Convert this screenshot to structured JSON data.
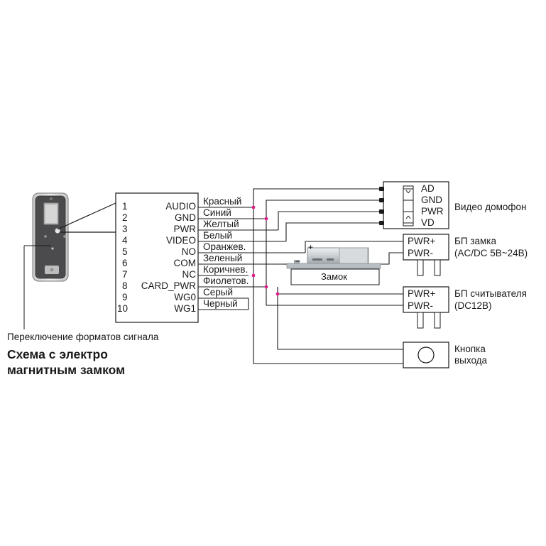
{
  "panel": {
    "switch_caption": "Переключение форматов сигнала"
  },
  "title": {
    "line1": "Схема с электро",
    "line2": "магнитным замком"
  },
  "connector": {
    "pins": [
      {
        "num": "1",
        "name": "AUDIO",
        "wire": "Красный"
      },
      {
        "num": "2",
        "name": "GND",
        "wire": "Синий"
      },
      {
        "num": "3",
        "name": "PWR",
        "wire": "Желтый"
      },
      {
        "num": "4",
        "name": "VIDEO",
        "wire": "Белый"
      },
      {
        "num": "5",
        "name": "NO",
        "wire": "Оранжев."
      },
      {
        "num": "6",
        "name": "COM",
        "wire": "Зеленый"
      },
      {
        "num": "7",
        "name": "NC",
        "wire": "Коричнев."
      },
      {
        "num": "8",
        "name": "CARD_PWR",
        "wire": "Фиолетов."
      },
      {
        "num": "9",
        "name": "WG0",
        "wire": "Серый"
      },
      {
        "num": "10",
        "name": "WG1",
        "wire": "Черный"
      }
    ]
  },
  "monitor": {
    "terminals": [
      "AD",
      "GND",
      "PWR",
      "VD"
    ],
    "label": "Видео домофон"
  },
  "lock_psu": {
    "terminals": [
      "PWR+",
      "PWR-"
    ],
    "label_line1": "БП замка",
    "label_line2": "(AC/DC 5В~24В)"
  },
  "lock": {
    "label": "Замок",
    "plus": "+",
    "minus": "−"
  },
  "reader_psu": {
    "terminals": [
      "PWR+",
      "PWR-"
    ],
    "label_line1": "БП считывателя",
    "label_line2": "(DC12В)"
  },
  "exit_button": {
    "label_line1": "Кнопка",
    "label_line2": "выхода"
  },
  "colors": {
    "line": "#1a1a1a",
    "junction": "#e0218a",
    "panel": "#dcdcdc",
    "lock_body": "#cfd3d6"
  }
}
